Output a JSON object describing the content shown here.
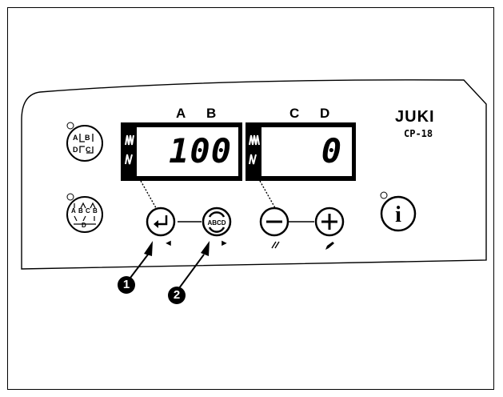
{
  "display_ab": {
    "labels": [
      "A",
      "B"
    ],
    "value": "100"
  },
  "display_cd": {
    "labels": [
      "C",
      "D"
    ],
    "value": "0"
  },
  "brand": {
    "name": "JUKI",
    "model": "CP-18"
  },
  "buttons": {
    "enter": {
      "icon": "enter-icon",
      "arrow": "◄"
    },
    "abcd": {
      "icon": "abcd-rotate-icon",
      "text": "ABCD",
      "arrow": "►"
    },
    "minus": {
      "icon": "minus-icon"
    },
    "plus": {
      "icon": "plus-icon"
    },
    "info": {
      "icon": "info-icon",
      "text": "i"
    },
    "pattern_a": {
      "icon": "tack-pattern-icon"
    },
    "pattern_b": {
      "icon": "multi-tack-pattern-icon"
    }
  },
  "callouts": [
    "1",
    "2"
  ],
  "colors": {
    "lcd_frame": "#000000",
    "lcd_screen": "#ffffff",
    "panel_bg": "#ffffff"
  }
}
